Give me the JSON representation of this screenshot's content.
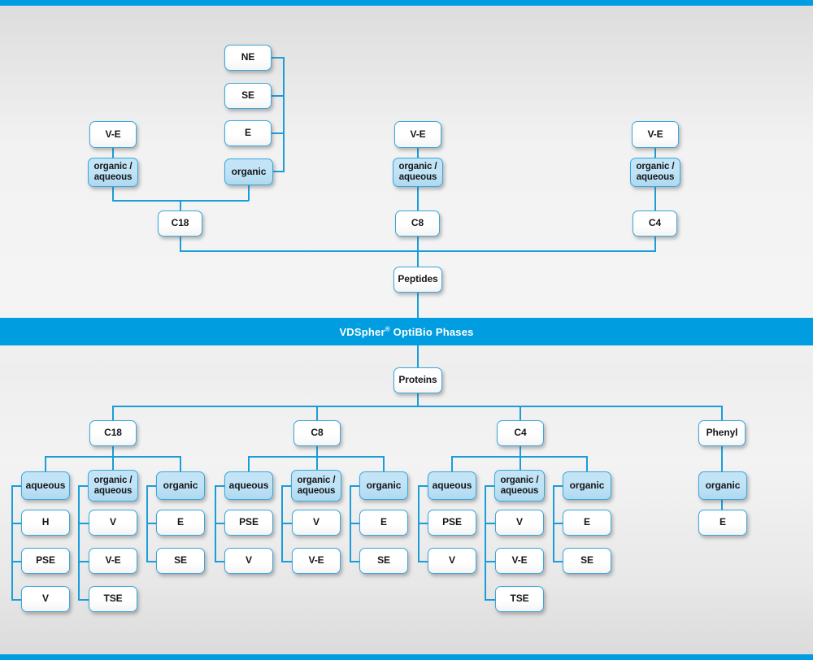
{
  "banner": {
    "text_main": "VDSpher",
    "registered_mark": "®",
    "text_rest": " OptiBio Phases",
    "color": "#009ee0"
  },
  "colors": {
    "accent": "#009ee0",
    "line": "#1b9dd9",
    "node_border": "#3aa7dd",
    "node_fill_white": "#ffffff",
    "node_fill_blue": "#c5e5f6",
    "background": "#f0f0f0",
    "text": "#15161a"
  },
  "peptides": {
    "root_label": "Peptides",
    "columns": [
      {
        "phase_label": "C18",
        "groups": [
          {
            "group_label": "organic /\naqueous",
            "group_highlight": true,
            "parents": [
              "V-E"
            ]
          },
          {
            "group_label": "organic",
            "group_highlight": true,
            "parents": [
              "NE",
              "SE",
              "E"
            ]
          }
        ]
      },
      {
        "phase_label": "C8",
        "groups": [
          {
            "group_label": "organic /\naqueous",
            "group_highlight": true,
            "parents": [
              "V-E"
            ]
          }
        ]
      },
      {
        "phase_label": "C4",
        "groups": [
          {
            "group_label": "organic /\naqueous",
            "group_highlight": true,
            "parents": [
              "V-E"
            ]
          }
        ]
      }
    ]
  },
  "proteins": {
    "root_label": "Proteins",
    "columns": [
      {
        "phase_label": "C18",
        "groups": [
          {
            "group_label": "aqueous",
            "items": [
              "H",
              "PSE",
              "V"
            ]
          },
          {
            "group_label": "organic /\naqueous",
            "items": [
              "V",
              "V-E",
              "TSE"
            ]
          },
          {
            "group_label": "organic",
            "items": [
              "E",
              "SE"
            ]
          }
        ]
      },
      {
        "phase_label": "C8",
        "groups": [
          {
            "group_label": "aqueous",
            "items": [
              "PSE",
              "V"
            ]
          },
          {
            "group_label": "organic /\naqueous",
            "items": [
              "V",
              "V-E"
            ]
          },
          {
            "group_label": "organic",
            "items": [
              "E",
              "SE"
            ]
          }
        ]
      },
      {
        "phase_label": "C4",
        "groups": [
          {
            "group_label": "aqueous",
            "items": [
              "PSE",
              "V"
            ]
          },
          {
            "group_label": "organic /\naqueous",
            "items": [
              "V",
              "V-E",
              "TSE"
            ]
          },
          {
            "group_label": "organic",
            "items": [
              "E",
              "SE"
            ]
          }
        ]
      },
      {
        "phase_label": "Phenyl",
        "groups": [
          {
            "group_label": "organic",
            "items": [
              "E"
            ]
          }
        ]
      }
    ]
  },
  "nodes": {
    "top_ne": "NE",
    "top_se": "SE",
    "top_e": "E",
    "top_organic": "organic",
    "c18_ve": "V-E",
    "c18_orgaq": "organic /\naqueous",
    "c18": "C18",
    "c8_ve": "V-E",
    "c8_orgaq": "organic /\naqueous",
    "c8": "C8",
    "c4_ve": "V-E",
    "c4_orgaq": "organic /\naqueous",
    "c4": "C4",
    "peptides": "Peptides",
    "proteins": "Proteins",
    "p_c18": "C18",
    "p_c8": "C8",
    "p_c4": "C4",
    "p_phenyl": "Phenyl",
    "c18_aqueous": "aqueous",
    "c18_aq_1": "H",
    "c18_aq_2": "PSE",
    "c18_aq_3": "V",
    "c18_oa": "organic /\naqueous",
    "c18_oa_1": "V",
    "c18_oa_2": "V-E",
    "c18_oa_3": "TSE",
    "c18_org": "organic",
    "c18_org_1": "E",
    "c18_org_2": "SE",
    "c8_aqueous": "aqueous",
    "c8_aq_1": "PSE",
    "c8_aq_2": "V",
    "c8_oa": "organic /\naqueous",
    "c8_oa_1": "V",
    "c8_oa_2": "V-E",
    "c8_org": "organic",
    "c8_org_1": "E",
    "c8_org_2": "SE",
    "c4_aqueous": "aqueous",
    "c4_aq_1": "PSE",
    "c4_aq_2": "V",
    "c4_oa": "organic /\naqueous",
    "c4_oa_1": "V",
    "c4_oa_2": "V-E",
    "c4_oa_3": "TSE",
    "c4_org": "organic",
    "c4_org_1": "E",
    "c4_org_2": "SE",
    "ph_org": "organic",
    "ph_org_1": "E"
  }
}
